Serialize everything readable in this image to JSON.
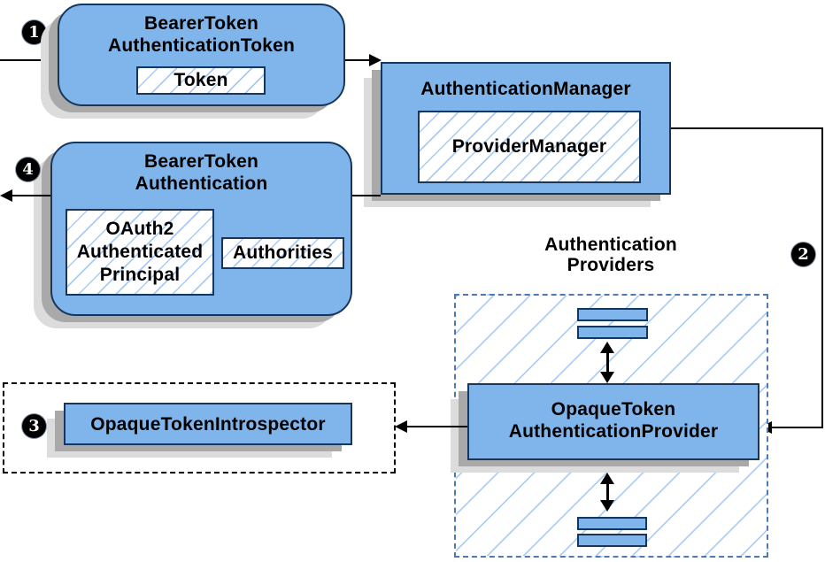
{
  "colors": {
    "canvas_bg": "#FFFFFF",
    "text": "#000000",
    "node_fill": "#7FB5EB",
    "node_border": "#17365D",
    "hatch_line": "#A9CBF2",
    "hatch_line_lg": "#AECFF5",
    "dash_blue": "#4D7AB5",
    "shadow_dark": "#A9A9A9",
    "shadow_light": "#DCDCDC",
    "arrow": "#000000",
    "badge_bg": "#000000",
    "badge_fg": "#FFFFFF"
  },
  "steps": [
    "1",
    "2",
    "3",
    "4"
  ],
  "nodes": {
    "bearer_token_authentication_token": {
      "title_line1": "BearerToken",
      "title_line2": "AuthenticationToken",
      "token_label": "Token"
    },
    "authentication_manager": {
      "title": "AuthenticationManager",
      "provider_manager_label": "ProviderManager"
    },
    "bearer_token_authentication": {
      "title_line1": "BearerToken",
      "title_line2": "Authentication",
      "principal_line1": "OAuth2",
      "principal_line2": "Authenticated",
      "principal_line3": "Principal",
      "authorities_label": "Authorities"
    },
    "authentication_providers_group": {
      "title_line1": "Authentication",
      "title_line2": "Providers"
    },
    "opaque_token_authentication_provider": {
      "title_line1": "OpaqueToken",
      "title_line2": "AuthenticationProvider"
    },
    "opaque_token_introspector": {
      "label": "OpaqueTokenIntrospector"
    }
  }
}
